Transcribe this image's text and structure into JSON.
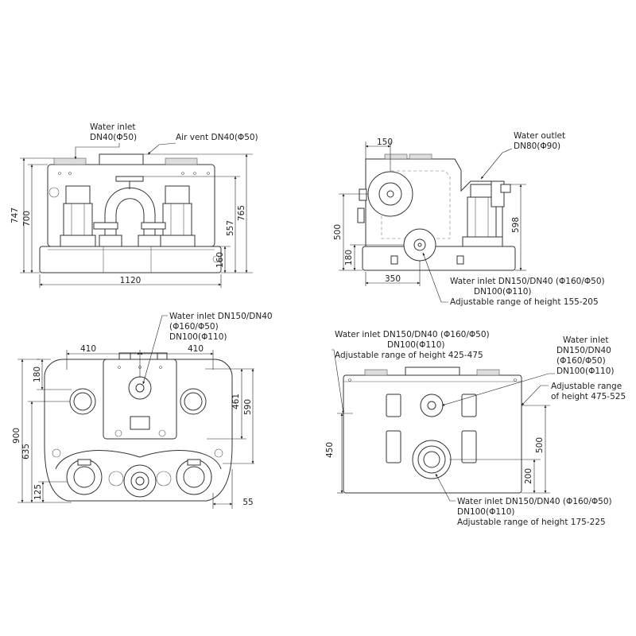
{
  "views": {
    "front": {
      "labels": {
        "water_inlet": [
          "Water inlet",
          "DN40(Φ50)"
        ],
        "air_vent": "Air vent DN40(Φ50)"
      },
      "dims": {
        "h747": "747",
        "h700": "700",
        "h765": "765",
        "h557": "557",
        "h160": "160",
        "w1120": "1120"
      }
    },
    "side": {
      "labels": {
        "water_outlet": [
          "Water outlet",
          "DN80(Φ90)"
        ],
        "water_inlet": [
          "Water inlet DN150/DN40 (Φ160/Φ50)",
          "DN100(Φ110)",
          "Adjustable range of height 155-205"
        ]
      },
      "dims": {
        "w150": "150",
        "h500": "500",
        "h180": "180",
        "w350": "350",
        "h598": "598"
      }
    },
    "top": {
      "labels": {
        "water_inlet": [
          "Water inlet DN150/DN40",
          "(Φ160/Φ50)",
          "DN100(Φ110)"
        ]
      },
      "dims": {
        "w410a": "410",
        "w410b": "410",
        "h180": "180",
        "h900": "900",
        "h635": "635",
        "h125": "125",
        "h461": "461",
        "h590": "590",
        "w55": "55"
      }
    },
    "rear": {
      "labels": {
        "inlet_top": [
          "Water inlet DN150/DN40 (Φ160/Φ50)",
          "DN100(Φ110)",
          "Adjustable range of height 425-475"
        ],
        "inlet_right": [
          "Water inlet",
          "DN150/DN40",
          "(Φ160/Φ50)",
          "DN100(Φ110)"
        ],
        "adjust_right": [
          "Adjustable range",
          "of height 475-525"
        ],
        "inlet_bottom": [
          "Water inlet DN150/DN40 (Φ160/Φ50)",
          "DN100(Φ110)",
          "Adjustable range of height 175-225"
        ]
      },
      "dims": {
        "h450": "450",
        "h500": "500",
        "h200": "200"
      }
    }
  }
}
